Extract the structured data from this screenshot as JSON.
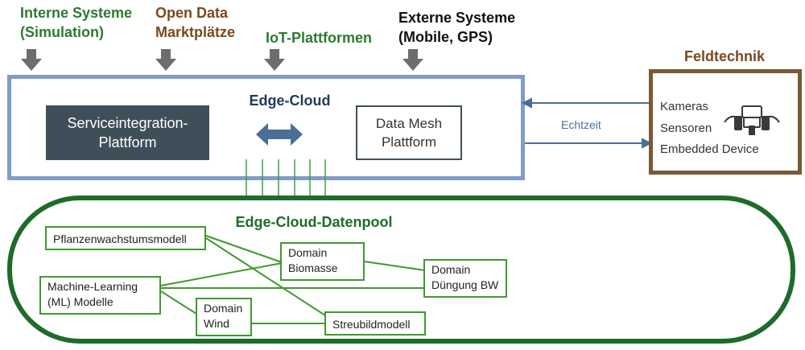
{
  "sources": {
    "interne_systeme": [
      "Interne Systeme",
      "(Simulation)"
    ],
    "open_data": [
      "Open Data",
      "Marktplätze"
    ],
    "iot": "IoT-Plattformen",
    "externe_systeme": [
      "Externe Systeme",
      "(Mobile, GPS)"
    ]
  },
  "edge_cloud": {
    "title": "Edge-Cloud",
    "service_integration": [
      "Serviceintegration-",
      "Plattform"
    ],
    "data_mesh": [
      "Data Mesh",
      "Plattform"
    ]
  },
  "feldtechnik": {
    "title": "Feldtechnik",
    "lines": [
      "Kameras",
      "Sensoren",
      "Embedded Device"
    ],
    "connection_label": "Echtzeit"
  },
  "datenpool": {
    "title": "Edge-Cloud-Datenpool",
    "models": {
      "pflanzen": "Pflanzenwachstumsmodell",
      "biomasse": [
        "Domain",
        "Biomasse"
      ],
      "duengung": [
        "Domain",
        "Düngung BW"
      ],
      "ml": [
        "Machine-Learning",
        "(ML) Modelle"
      ],
      "wind": [
        "Domain",
        "Wind"
      ],
      "streubild": "Streubildmodell"
    }
  },
  "colors": {
    "source_green": "#2e7a2e",
    "source_brown": "#7a4a1e",
    "edge_border": "#7f9dc6",
    "service_fill": "#3f4f5a",
    "feldtechnik_border": "#7a5a33",
    "datenpool_border": "#1e6b2a",
    "model_border": "#3f9a2e",
    "arrow_blue": "#4a6f96"
  },
  "icons": [
    "down-arrow-icon",
    "bidirectional-arrow-icon",
    "tractor-icon"
  ]
}
